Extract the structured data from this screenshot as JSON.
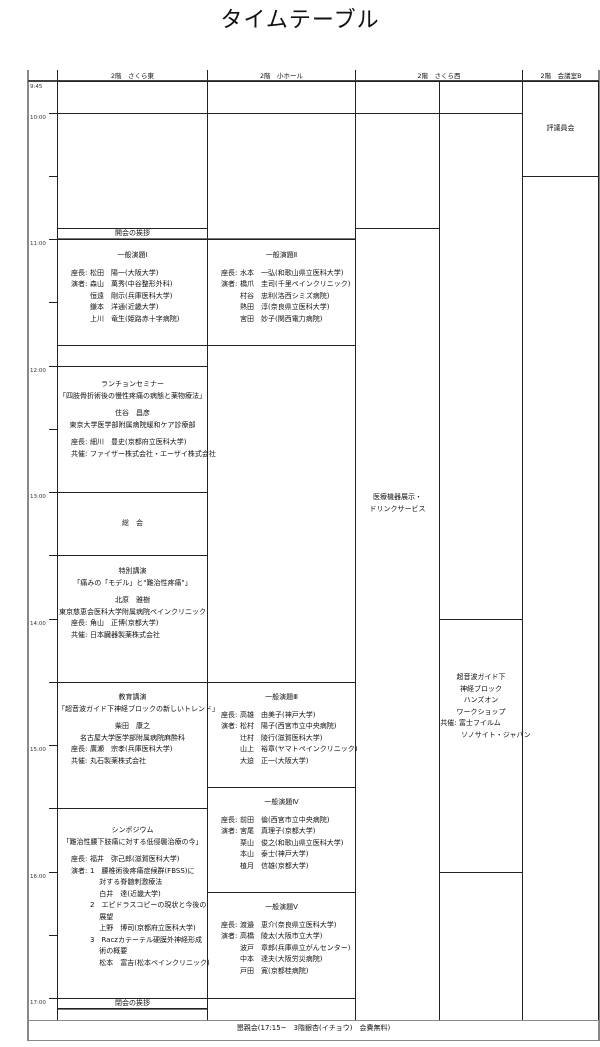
{
  "title": "タイムテーブル",
  "rooms": [
    "2階　さくら東",
    "2階　小ホール",
    "2階　さくら西",
    "2階　会議室B"
  ],
  "times": [
    "9:45",
    "10:00",
    "11:00",
    "12:00",
    "13:00",
    "14:00",
    "15:00",
    "16:00",
    "17:00"
  ],
  "col1": {
    "opening": "開会の挨拶",
    "s1": {
      "heading": [
        "一般演題Ⅰ",
        ""
      ],
      "details": [
        {
          "label": "座長:",
          "text": "松田　陽一(大阪大学)"
        },
        {
          "label": "演者:",
          "text": "森山　萬秀(中谷整形外科)"
        },
        {
          "label": "",
          "text": "恒遠　剛示(兵庫医科大学)"
        },
        {
          "label": "",
          "text": "鎌本　洋通(近畿大学)"
        },
        {
          "label": "",
          "text": "上川　竜生(姫路赤十字病院)"
        }
      ]
    },
    "lunch": {
      "heading": [
        "ランチョンセミナー",
        "「四肢骨折術後の慢性疼痛の病態と薬物療法」",
        "",
        "住谷　昌彦",
        "東京大学医学部附属病院緩和ケア診療部",
        ""
      ],
      "details": [
        {
          "label": "座長:",
          "text": "細川　豊史(京都府立医科大学)"
        },
        {
          "label": "共催:",
          "text": "ファイザー株式会社・エーザイ株式会社"
        }
      ]
    },
    "general_meeting": "総　会",
    "special": {
      "heading": [
        "特別講演",
        "「痛みの「モデル」と\"難治性疼痛\"」",
        "",
        "北原　雅樹",
        "東京慈恵会医科大学附属病院ペインクリニック"
      ],
      "details": [
        {
          "label": "座長:",
          "text": "角山　正博(京都大学)"
        },
        {
          "label": "共催:",
          "text": "日本臓器製薬株式会社"
        }
      ]
    },
    "education": {
      "heading": [
        "教育講演",
        "「超音波ガイド下神経ブロックの新しいトレンド」",
        "",
        "柴田　康之",
        "名古屋大学医学部附属病院麻酔科"
      ],
      "details": [
        {
          "label": "座長:",
          "text": "廣瀬　宗孝(兵庫医科大学)"
        },
        {
          "label": "共催:",
          "text": "丸石製薬株式会社"
        }
      ]
    },
    "symposium": {
      "heading": [
        "シンポジウム",
        "「難治性腰下肢痛に対する低侵襲治療の今」",
        ""
      ],
      "details": [
        {
          "label": "座長:",
          "text": "福井　弥己郎(滋賀医科大学)"
        },
        {
          "label": "演者:",
          "text": "1　腰椎術後疼痛症候群(FBSS)に"
        },
        {
          "label": "",
          "text": "　 対する脊髄刺激療法"
        },
        {
          "label": "",
          "text": "　 白井　達(近畿大学)"
        },
        {
          "label": "",
          "text": "2　エピドラスコピーの現状と今後の"
        },
        {
          "label": "",
          "text": "　 展望"
        },
        {
          "label": "",
          "text": "　 上野　博司(京都府立医科大学)"
        },
        {
          "label": "",
          "text": "3　Raczカテーテル硬膜外神経形成"
        },
        {
          "label": "",
          "text": "　 術の概要"
        },
        {
          "label": "",
          "text": "　 松本　富吉(松本ペインクリニック)"
        }
      ]
    },
    "closing": "閉会の挨拶"
  },
  "col2": {
    "s2": {
      "heading": [
        "一般演題Ⅱ",
        ""
      ],
      "details": [
        {
          "label": "座長:",
          "text": "水本　一弘(和歌山県立医科大学)"
        },
        {
          "label": "演者:",
          "text": "橋爪　圭司(千里ペインクリニック)"
        },
        {
          "label": "",
          "text": "村谷　忠利(洛西シミズ病院)"
        },
        {
          "label": "",
          "text": "熱田　淳(奈良県立医科大学)"
        },
        {
          "label": "",
          "text": "宮田　妙子(関西電力病院)"
        }
      ]
    },
    "s3": {
      "heading": [
        "一般演題Ⅲ",
        ""
      ],
      "details": [
        {
          "label": "座長:",
          "text": "高雄　由美子(神戸大学)"
        },
        {
          "label": "演者:",
          "text": "松村　陽子(西宮市立中央病院)"
        },
        {
          "label": "",
          "text": "辻村　陵行(滋賀医科大学)"
        },
        {
          "label": "",
          "text": "山上　裕章(ヤマトペインクリニック)"
        },
        {
          "label": "",
          "text": "大迫　正一(大阪大学)"
        }
      ]
    },
    "s4": {
      "heading": [
        "一般演題Ⅳ",
        ""
      ],
      "details": [
        {
          "label": "座長:",
          "text": "前田　倫(西宮市立中央病院)"
        },
        {
          "label": "演者:",
          "text": "宮尾　真理子(京都大学)"
        },
        {
          "label": "",
          "text": "栗山　俊之(和歌山県立医科大学)"
        },
        {
          "label": "",
          "text": "本山　泰士(神戸大学)"
        },
        {
          "label": "",
          "text": "植月　信雄(京都大学)"
        }
      ]
    },
    "s5": {
      "heading": [
        "一般演題Ⅴ",
        ""
      ],
      "details": [
        {
          "label": "座長:",
          "text": "渡邉　恵介(奈良県立医科大学)"
        },
        {
          "label": "演者:",
          "text": "高橋　陵太(大阪市立大学)"
        },
        {
          "label": "",
          "text": "波戸　章郎(兵庫県立がんセンター)"
        },
        {
          "label": "",
          "text": "中本　達夫(大阪労災病院)"
        },
        {
          "label": "",
          "text": "戸田　寛(京都桂病院)"
        }
      ]
    }
  },
  "col3": {
    "exhibition": {
      "heading": [
        "医療機器展示・",
        "ドリンクサービス"
      ],
      "details": []
    },
    "workshop": {
      "heading": [
        "超音波ガイド下",
        "神経ブロック",
        "ハンズオン",
        "ワークショップ",
        "共催: 富士フイルム　　　",
        "　　　ソノサイト・ジャパン"
      ],
      "details": []
    }
  },
  "col4": {
    "council": "評議員会"
  },
  "footer": "懇親会(17:15~　3階銀杏(イチョウ)　会費無料)"
}
